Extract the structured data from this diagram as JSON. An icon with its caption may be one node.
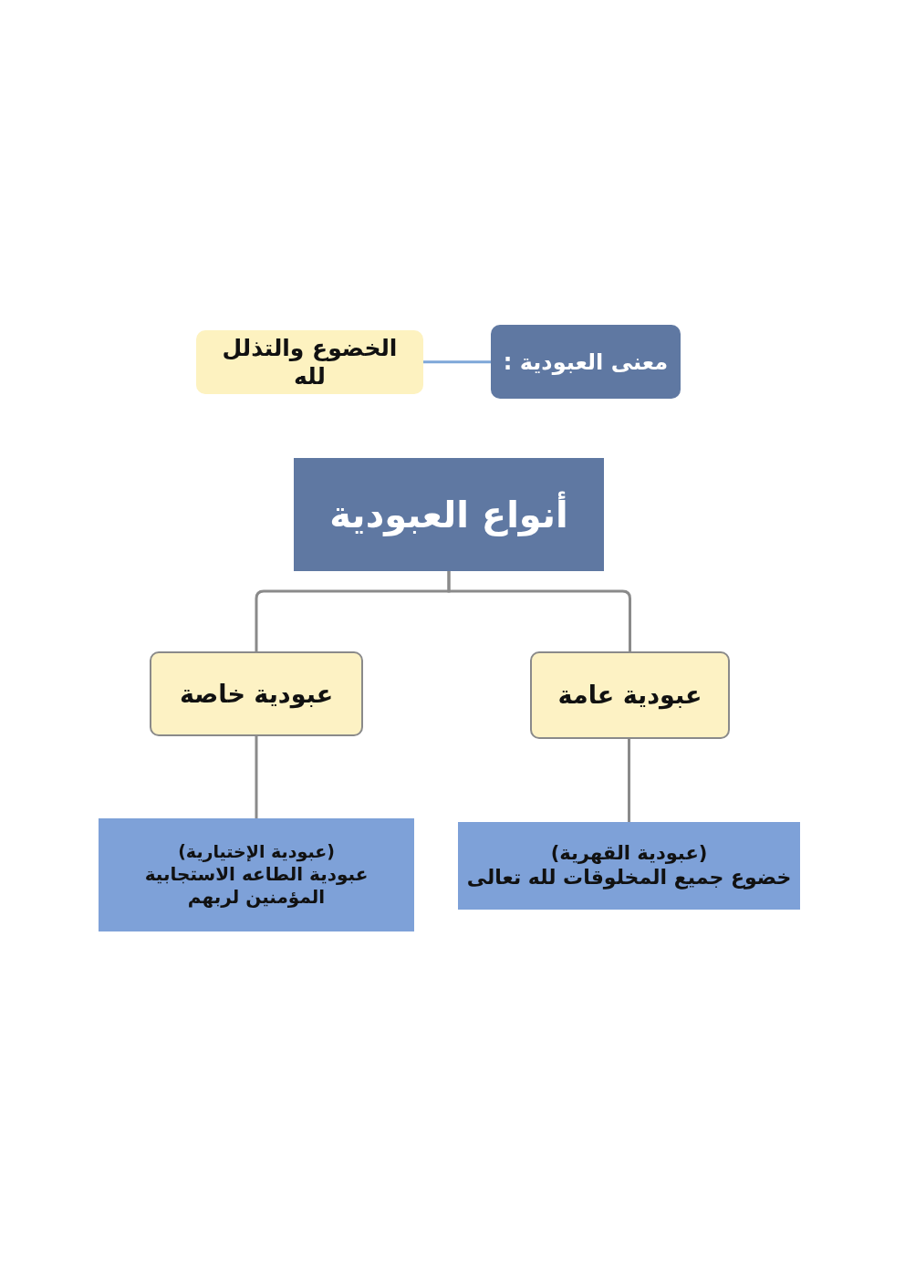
{
  "diagram": {
    "nodes": [
      {
        "text": [
          "معنى العبودية :"
        ]
      },
      {
        "text": [
          "الخضوع والتذلل لله"
        ]
      },
      {
        "text": [
          "أنواع العبودية"
        ]
      },
      {
        "text": [
          "عبودية عامة"
        ]
      },
      {
        "text": [
          "عبودية خاصة"
        ]
      },
      {
        "text": [
          "(عبودية القهرية)",
          "خضوع جميع المخلوقات لله تعالى"
        ]
      },
      {
        "text": [
          "(عبودية الإختيارية)",
          "عبودية الطاعه الاستجابية المؤمنين لربهم"
        ]
      }
    ],
    "edges": [
      {
        "from": 0,
        "to": 1,
        "arrow": "none",
        "color": "#7ea7d8"
      },
      {
        "from": 2,
        "to": 3,
        "arrow": "none"
      },
      {
        "from": 2,
        "to": 4,
        "arrow": "none"
      },
      {
        "from": 3,
        "to": 5,
        "arrow": "none"
      },
      {
        "from": 4,
        "to": 6,
        "arrow": "none"
      }
    ]
  }
}
